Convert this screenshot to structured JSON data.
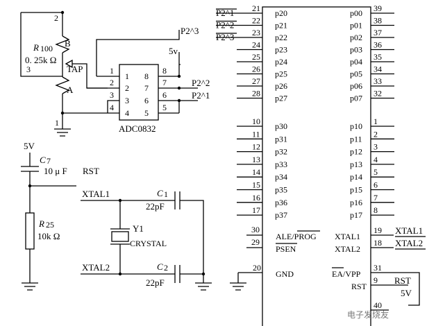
{
  "pot": {
    "ref_letter": "R",
    "ref_sub": "100",
    "value": "0. 25k Ω",
    "pin2": "2",
    "pin3": "3",
    "pin1": "1",
    "label_b": "B",
    "label_tap": "TAP",
    "label_a": "A"
  },
  "adc": {
    "name": "ADC0832",
    "left_pins": [
      "1",
      "2",
      "3",
      "4"
    ],
    "right_pins": [
      "8",
      "7",
      "6",
      "5"
    ],
    "ext_left_pins": [
      "1",
      "2",
      "3",
      "4"
    ],
    "ext_right_pins": [
      "8",
      "7",
      "6",
      "5"
    ],
    "net_top": "P2^3",
    "net_5v": "5v",
    "net_p22": "P2^2",
    "net_p21": "P2^1"
  },
  "reset": {
    "supply": "5V",
    "cap_ref": "C",
    "cap_sub": "7",
    "cap_value": "10 μ F",
    "net_label": "RST",
    "res_ref": "R",
    "res_sub": "25",
    "res_value": "10k Ω"
  },
  "crystal": {
    "xtal1": "XTAL1",
    "xtal2": "XTAL2",
    "c1_ref": "C",
    "c1_sub": "1",
    "c1_value": "22pF",
    "c2_ref": "C",
    "c2_sub": "2",
    "c2_value": "22pF",
    "y_ref": "Y1",
    "y_name": "CRYSTAL"
  },
  "mcu": {
    "left_pins": [
      {
        "num": "21",
        "name": "p20",
        "net": "P2^1"
      },
      {
        "num": "22",
        "name": "p21",
        "net": "P2^2"
      },
      {
        "num": "23",
        "name": "p22",
        "net": "P2^3"
      },
      {
        "num": "24",
        "name": "p23",
        "net": ""
      },
      {
        "num": "25",
        "name": "p24",
        "net": ""
      },
      {
        "num": "26",
        "name": "p25",
        "net": ""
      },
      {
        "num": "27",
        "name": "p26",
        "net": ""
      },
      {
        "num": "28",
        "name": "p27",
        "net": ""
      },
      {
        "num": "10",
        "name": "p30",
        "net": ""
      },
      {
        "num": "11",
        "name": "p31",
        "net": ""
      },
      {
        "num": "12",
        "name": "p32",
        "net": ""
      },
      {
        "num": "13",
        "name": "p33",
        "net": ""
      },
      {
        "num": "14",
        "name": "p34",
        "net": ""
      },
      {
        "num": "15",
        "name": "p35",
        "net": ""
      },
      {
        "num": "16",
        "name": "p36",
        "net": ""
      },
      {
        "num": "17",
        "name": "p37",
        "net": ""
      }
    ],
    "right_pins": [
      {
        "num": "39",
        "name": "p00"
      },
      {
        "num": "38",
        "name": "p01"
      },
      {
        "num": "37",
        "name": "p02"
      },
      {
        "num": "36",
        "name": "p03"
      },
      {
        "num": "35",
        "name": "p04"
      },
      {
        "num": "34",
        "name": "p05"
      },
      {
        "num": "33",
        "name": "p06"
      },
      {
        "num": "32",
        "name": "p07"
      },
      {
        "num": "1",
        "name": "p10"
      },
      {
        "num": "2",
        "name": "p11"
      },
      {
        "num": "3",
        "name": "p12"
      },
      {
        "num": "4",
        "name": "p13"
      },
      {
        "num": "5",
        "name": "p14"
      },
      {
        "num": "6",
        "name": "p15"
      },
      {
        "num": "7",
        "name": "p16"
      },
      {
        "num": "8",
        "name": "p17"
      }
    ],
    "ale": {
      "num": "30",
      "name": "ALE/PROG"
    },
    "psen": {
      "num": "29",
      "name": "PSEN"
    },
    "gnd": {
      "num": "20",
      "name": "GND"
    },
    "xtal1": {
      "num": "19",
      "name": "XTAL1",
      "net": "XTAL1"
    },
    "xtal2": {
      "num": "18",
      "name": "XTAL2",
      "net": "XTAL2"
    },
    "ea": {
      "num": "31",
      "name": "EA/VPP"
    },
    "rst": {
      "num": "9",
      "name": "RST",
      "net": "RST"
    },
    "vcc_net": "5V",
    "bottom_pin": "40"
  },
  "watermark": "电子发烧友"
}
